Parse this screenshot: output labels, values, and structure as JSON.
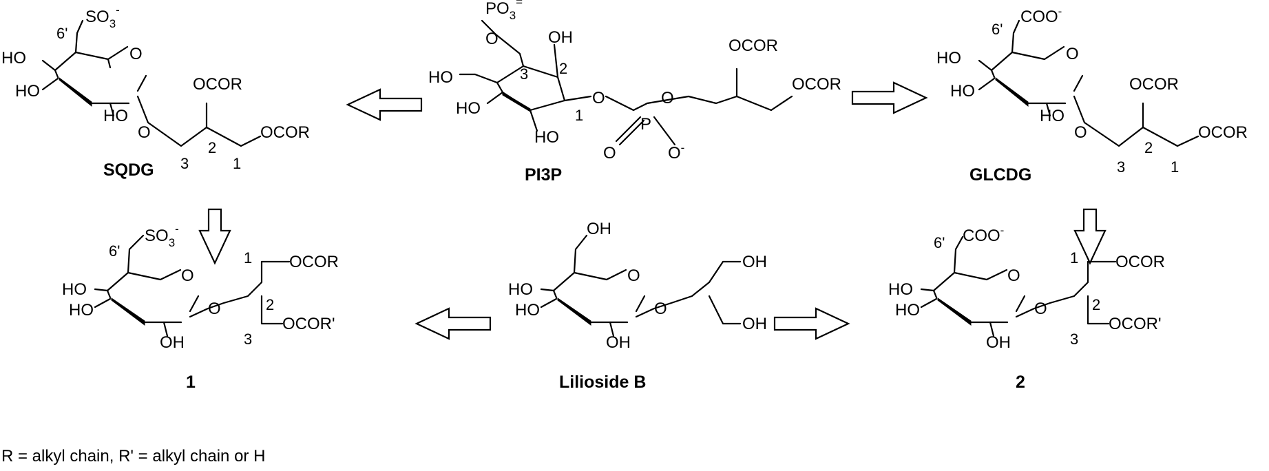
{
  "compounds": {
    "sqdg": {
      "name": "SQDG"
    },
    "pi3p": {
      "name": "PI3P"
    },
    "glcdg": {
      "name": "GLCDG"
    },
    "c1": {
      "name": "1"
    },
    "lilioside": {
      "name": "Lilioside B"
    },
    "c2": {
      "name": "2"
    }
  },
  "labels": {
    "so3": "SO",
    "so3_sub": "3",
    "so3_sup": "-",
    "po3": "PO",
    "po3_sub": "3",
    "po3_sup": "=",
    "coo": "COO",
    "coo_sup": "-",
    "ho": "HO",
    "oh": "OH",
    "o": "O",
    "p": "P",
    "ocor": "OCOR",
    "ocorp": "OCOR'",
    "n6p": "6'",
    "n1": "1",
    "n2": "2",
    "n3": "3"
  },
  "footnote": "R = alkyl chain, R' = alkyl chain or H"
}
